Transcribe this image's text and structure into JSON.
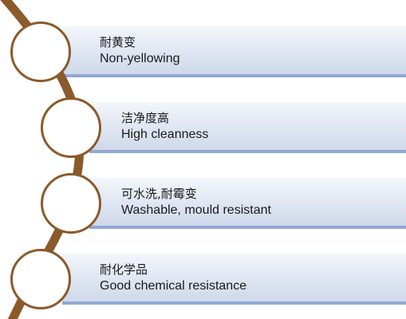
{
  "items": [
    {
      "cn": "耐黄变",
      "en": "Non-yellowing"
    },
    {
      "cn": "洁净度高",
      "en": "High cleanness"
    },
    {
      "cn": "可水洗,耐霉变",
      "en": "Washable, mould resistant"
    },
    {
      "cn": "耐化学品",
      "en": "Good chemical resistance"
    }
  ],
  "colors": {
    "connector": "#8b5a2b",
    "band_top": "#f3f6fb",
    "band_bottom": "#cfd9ea",
    "band_edge": "#8fa9d2",
    "node_fill": "#ffffff"
  }
}
